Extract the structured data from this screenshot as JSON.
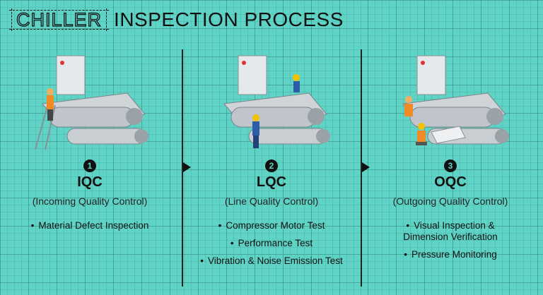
{
  "header": {
    "brand": "CHILLER",
    "title": "INSPECTION PROCESS"
  },
  "steps": [
    {
      "number": "1",
      "abbr": "IQC",
      "full": "(Incoming Quality Control)",
      "bullets": [
        "Material Defect Inspection"
      ]
    },
    {
      "number": "2",
      "abbr": "LQC",
      "full": "(Line Quality Control)",
      "bullets": [
        "Compressor Motor Test",
        "Performance Test",
        "Vibration & Noise Emission Test"
      ]
    },
    {
      "number": "3",
      "abbr": "OQC",
      "full": "(Outgoing Quality Control)",
      "bullets": [
        "Visual Inspection & Dimension Verification",
        "Pressure Monitoring"
      ]
    }
  ],
  "colors": {
    "background": "#5fd3c6",
    "ink": "#111111",
    "worker": "#f08a24",
    "machine": "#cfd4d8"
  }
}
